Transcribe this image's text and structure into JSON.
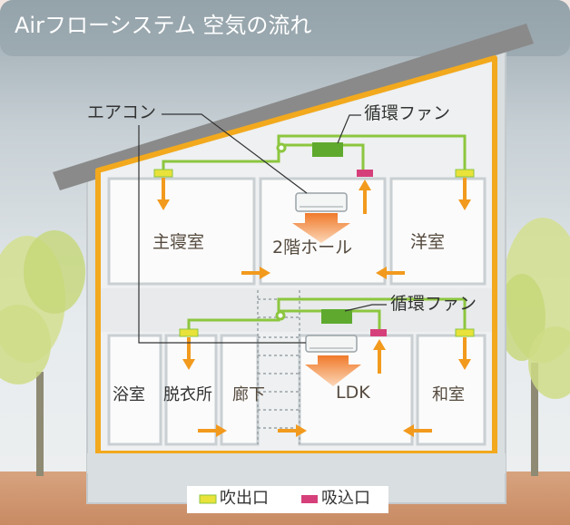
{
  "header": {
    "title": "Airフローシステム 空気の流れ"
  },
  "callouts": {
    "aircon": "エアコン",
    "fan_upper": "循環ファン",
    "fan_lower": "循環ファン"
  },
  "rooms": {
    "master_bedroom": "主寝室",
    "hall_2f": "2階ホール",
    "western_room": "洋室",
    "bathroom": "浴室",
    "dressing_room": "脱衣所",
    "corridor": "廊下",
    "ldk": "LDK",
    "japanese_room": "和室"
  },
  "legend": {
    "outlet_label": "吹出口",
    "intake_label": "吸込口",
    "outlet_color": "#b8dc3c",
    "intake_color": "#d6407a"
  },
  "colors": {
    "duct": "#8cc63f",
    "frame": "#f2a91d",
    "arrow": "#f29a1d",
    "header_bg": "#8f9ea6"
  }
}
